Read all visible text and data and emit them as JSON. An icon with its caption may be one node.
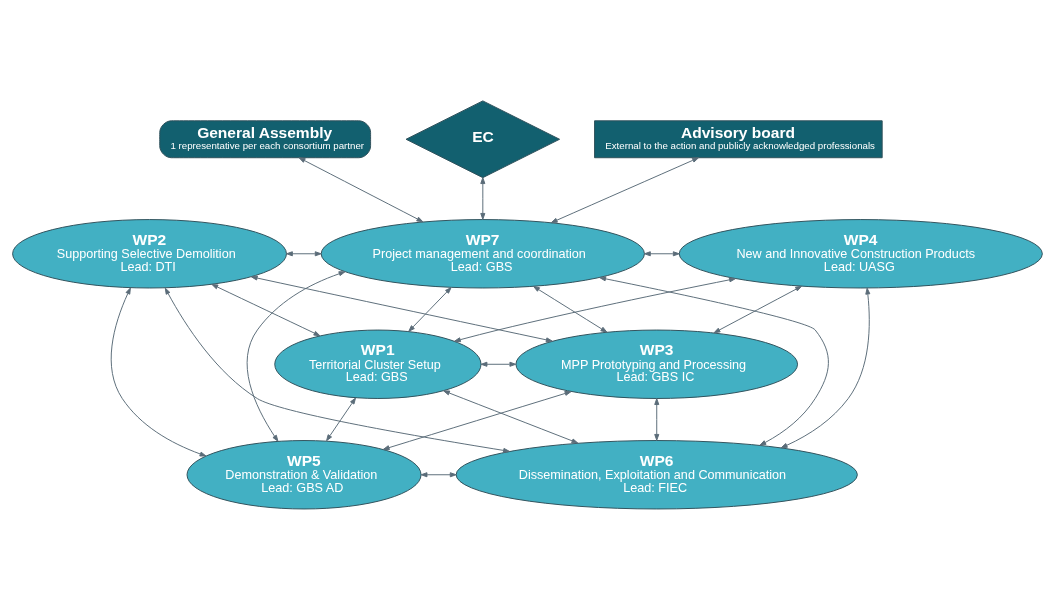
{
  "diagram": {
    "nodes": [
      {
        "text": [
          "General Assembly",
          "1 representative per each consortium partner"
        ]
      },
      {
        "text": [
          "EC"
        ]
      },
      {
        "text": [
          "Advisory board",
          "External to the action and publicly acknowledged professionals"
        ]
      },
      {
        "text": [
          "WP2",
          "Supporting Selective Demolition",
          "Lead: DTI"
        ]
      },
      {
        "text": [
          "WP7",
          "Project management and coordination",
          "Lead: GBS"
        ]
      },
      {
        "text": [
          "WP4",
          "New and Innovative Construction Products",
          "Lead: UASG"
        ]
      },
      {
        "text": [
          "WP1",
          "Territorial Cluster Setup",
          "Lead: GBS"
        ]
      },
      {
        "text": [
          "WP3",
          "MPP Prototyping and Processing",
          "Lead: GBS IC"
        ]
      },
      {
        "text": [
          "WP5",
          "Demonstration & Validation",
          "Lead: GBS AD"
        ]
      },
      {
        "text": [
          "WP6",
          "Dissemination, Exploitation and Communication",
          "Lead: FIEC"
        ]
      }
    ],
    "edges": [
      {
        "from": 0,
        "to": 4,
        "arrow": "both"
      },
      {
        "from": 1,
        "to": 4,
        "arrow": "both"
      },
      {
        "from": 2,
        "to": 4,
        "arrow": "both"
      },
      {
        "from": 3,
        "to": 4,
        "arrow": "both"
      },
      {
        "from": 4,
        "to": 5,
        "arrow": "both"
      },
      {
        "from": 3,
        "to": 6,
        "arrow": "both"
      },
      {
        "from": 4,
        "to": 6,
        "arrow": "both"
      },
      {
        "from": 4,
        "to": 7,
        "arrow": "both"
      },
      {
        "from": 3,
        "to": 7,
        "arrow": "both"
      },
      {
        "from": 6,
        "to": 5,
        "arrow": "both"
      },
      {
        "from": 5,
        "to": 7,
        "arrow": "both"
      },
      {
        "from": 6,
        "to": 7,
        "arrow": "both"
      },
      {
        "from": 3,
        "to": 8,
        "arrow": "both"
      },
      {
        "from": 6,
        "to": 8,
        "arrow": "both"
      },
      {
        "from": 8,
        "to": 7,
        "arrow": "both"
      },
      {
        "from": 5,
        "to": 9,
        "arrow": "both"
      },
      {
        "from": 7,
        "to": 9,
        "arrow": "both"
      },
      {
        "from": 6,
        "to": 9,
        "arrow": "both"
      },
      {
        "from": 8,
        "to": 9,
        "arrow": "both"
      },
      {
        "from": 4,
        "to": 8,
        "arrow": "both"
      },
      {
        "from": 4,
        "to": 9,
        "arrow": "both"
      },
      {
        "from": 3,
        "to": 9,
        "arrow": "both"
      }
    ]
  }
}
